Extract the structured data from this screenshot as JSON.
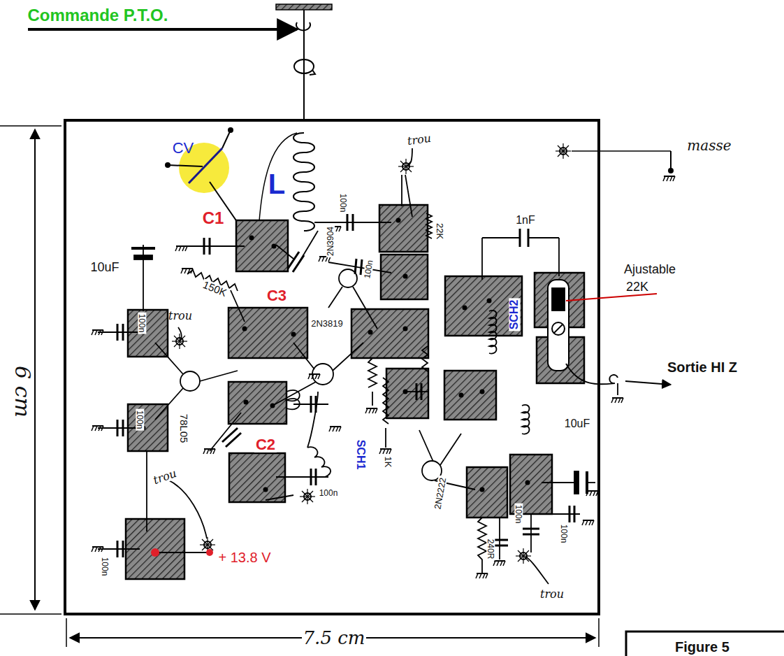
{
  "diagram": {
    "caption": "Figure 5",
    "labels": [
      "Commande P.T.O.",
      "CV",
      "L",
      "trou",
      "masse",
      "C1",
      "100n",
      "22K",
      "100n",
      "1nF",
      "Ajustable",
      "22K",
      "10uF",
      "150K",
      "C3",
      "2N3904",
      "100n",
      "trou",
      "2N3819",
      "SCH2",
      "100n",
      "78L05",
      "Sortie HI Z",
      "10uF",
      "C2",
      "SCH1",
      "1K",
      "100n",
      "2N2222",
      "240R",
      "100n",
      "100n",
      "trou",
      "100n",
      "+ 13.8 V",
      "trou",
      "6 cm",
      "7.5 cm"
    ]
  }
}
